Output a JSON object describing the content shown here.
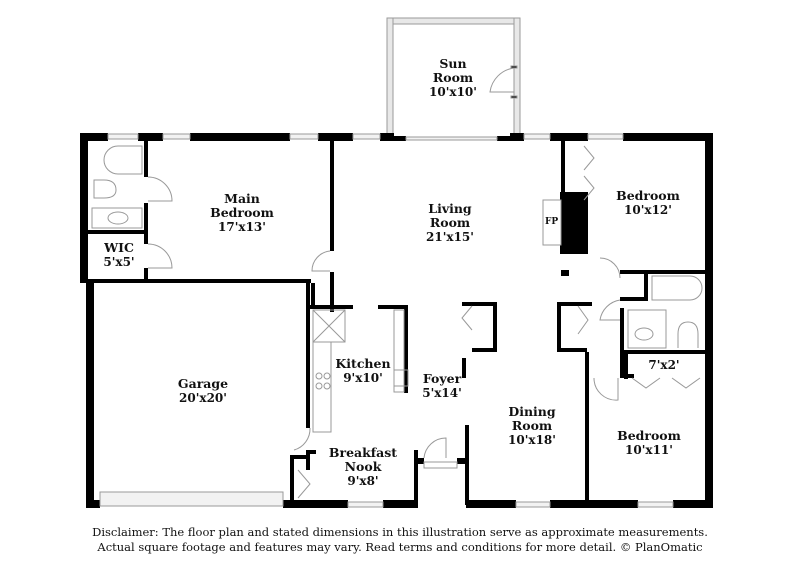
{
  "rooms": {
    "sun_room": {
      "name_1": "Sun",
      "name_2": "Room",
      "dim": "10'x10'"
    },
    "main_bedroom": {
      "name_1": "Main",
      "name_2": "Bedroom",
      "dim": "17'x13'"
    },
    "wic": {
      "name_1": "WIC",
      "dim": "5'x5'"
    },
    "living_room": {
      "name_1": "Living",
      "name_2": "Room",
      "dim": "21'x15'"
    },
    "bedroom_1": {
      "name_1": "Bedroom",
      "dim": "10'x12'"
    },
    "closet": {
      "dim": "7'x2'"
    },
    "garage": {
      "name_1": "Garage",
      "dim": "20'x20'"
    },
    "kitchen": {
      "name_1": "Kitchen",
      "dim": "9'x10'"
    },
    "foyer": {
      "name_1": "Foyer",
      "dim": "5'x14'"
    },
    "dining_room": {
      "name_1": "Dining",
      "name_2": "Room",
      "dim": "10'x18'"
    },
    "bedroom_2": {
      "name_1": "Bedroom",
      "dim": "10'x11'"
    },
    "breakfast_nook": {
      "name_1": "Breakfast",
      "name_2": "Nook",
      "dim": "9'x8'"
    }
  },
  "fireplace": {
    "label": "FP"
  },
  "disclaimer": {
    "line_1": "Disclaimer: The floor plan and stated dimensions in this illustration serve as approximate measurements.",
    "line_2": "Actual square footage and features may vary. Read terms and conditions for more detail. © PlanOmatic"
  },
  "colors": {
    "wall": "#000000",
    "fixture": "#999999",
    "background": "#ffffff"
  }
}
